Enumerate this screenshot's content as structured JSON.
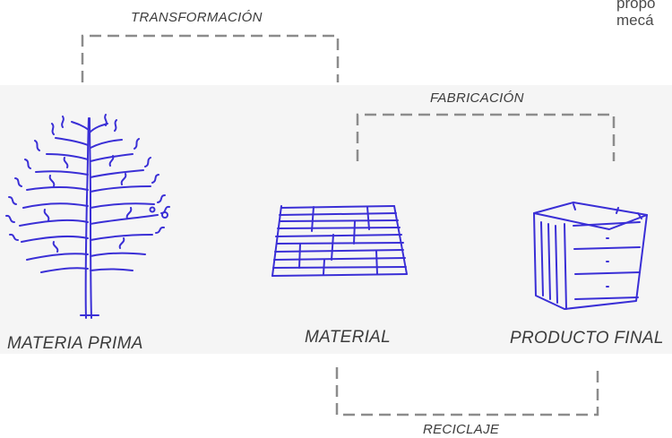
{
  "labels": {
    "transformacion": "TRANSFORMACIÓN",
    "fabricacion": "FABRICACIÓN",
    "reciclaje": "RECICLAJE",
    "materia_prima": "MATERIA PRIMA",
    "material": "MATERIAL",
    "producto_final": "PRODUCTO FINAL"
  },
  "corner_text": {
    "line1": "propo",
    "line2": "mecá"
  },
  "colors": {
    "sketch": "#3a2fd6",
    "dashed": "#8c8c8c",
    "text": "#3c3c3c"
  }
}
